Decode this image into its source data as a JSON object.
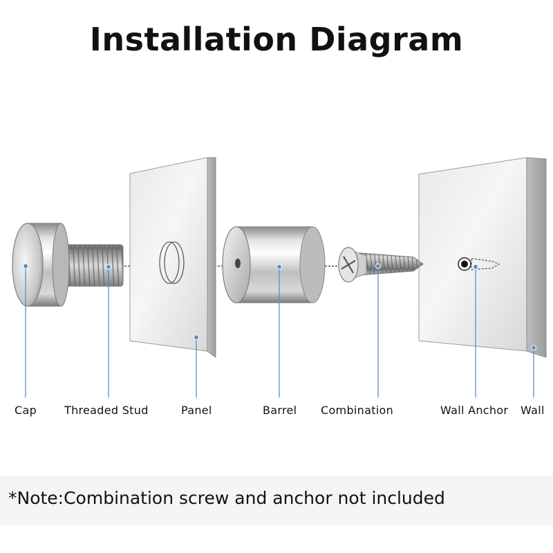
{
  "title": "Installation Diagram",
  "labels": {
    "cap": "Cap",
    "threaded_stud": "Threaded Stud",
    "panel": "Panel",
    "barrel": "Barrel",
    "combination": "Combination",
    "wall_anchor": "Wall Anchor",
    "wall": "Wall"
  },
  "note": "*Note:Combination screw and anchor not included",
  "colors": {
    "leader_line": "#5b8fc7",
    "text": "#111111"
  }
}
